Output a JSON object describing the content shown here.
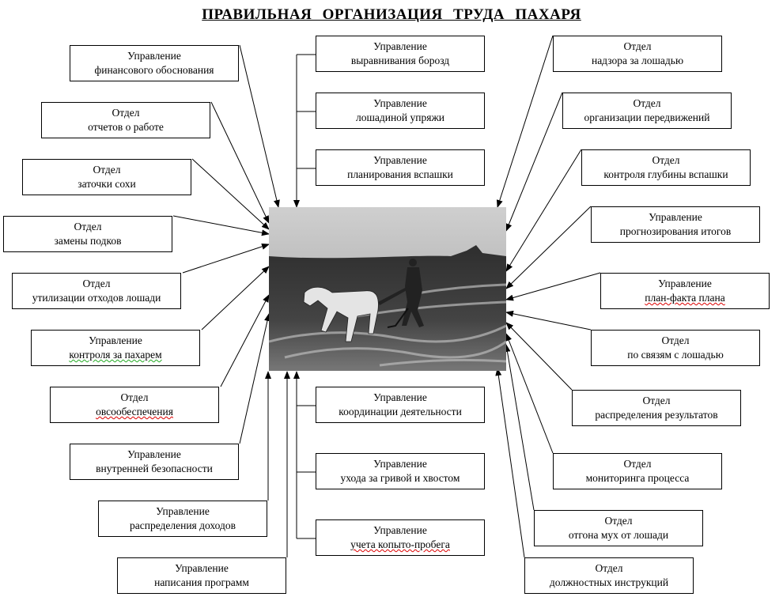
{
  "title": "ПРАВИЛЬНАЯ  ОРГАНИЗАЦИЯ  ТРУДА  ПАХАРЯ",
  "left": [
    {
      "l1": "Управление",
      "l2": "финансового обоснования"
    },
    {
      "l1": "Отдел",
      "l2": "отчетов о работе"
    },
    {
      "l1": "Отдел",
      "l2": "заточки сохи"
    },
    {
      "l1": "Отдел",
      "l2": "замены подков"
    },
    {
      "l1": "Отдел",
      "l2": "утилизации отходов лошади"
    },
    {
      "l1": "Управление",
      "l2": "контроля за пахарем"
    },
    {
      "l1": "Отдел",
      "l2": "овсообеспечения"
    },
    {
      "l1": "Управление",
      "l2": "внутренней безопасности"
    },
    {
      "l1": "Управление",
      "l2": "распределения доходов"
    },
    {
      "l1": "Управление",
      "l2": "написания программ"
    }
  ],
  "top": [
    {
      "l1": "Управление",
      "l2": "выравнивания борозд"
    },
    {
      "l1": "Управление",
      "l2": "лошадиной упряжи"
    },
    {
      "l1": "Управление",
      "l2": "планирования вспашки"
    }
  ],
  "bottom": [
    {
      "l1": "Управление",
      "l2": "координации деятельности"
    },
    {
      "l1": "Управление",
      "l2": "ухода за гривой и хвостом"
    },
    {
      "l1": "Управление",
      "l2": "учета копыто-пробега"
    }
  ],
  "right": [
    {
      "l1": "Отдел",
      "l2": "надзора за лошадью"
    },
    {
      "l1": "Отдел",
      "l2": "организации передвижений"
    },
    {
      "l1": "Отдел",
      "l2": "контроля глубины вспашки"
    },
    {
      "l1": "Управление",
      "l2": "прогнозирования итогов"
    },
    {
      "l1": "Управление",
      "l2": "план-факта плана"
    },
    {
      "l1": "Отдел",
      "l2": "по связям с лошадью"
    },
    {
      "l1": "Отдел",
      "l2": "распределения результатов"
    },
    {
      "l1": "Отдел",
      "l2": "мониторинга процесса"
    },
    {
      "l1": "Отдел",
      "l2": "отгона мух от лошади"
    },
    {
      "l1": "Отдел",
      "l2": "должностных инструкций"
    }
  ]
}
